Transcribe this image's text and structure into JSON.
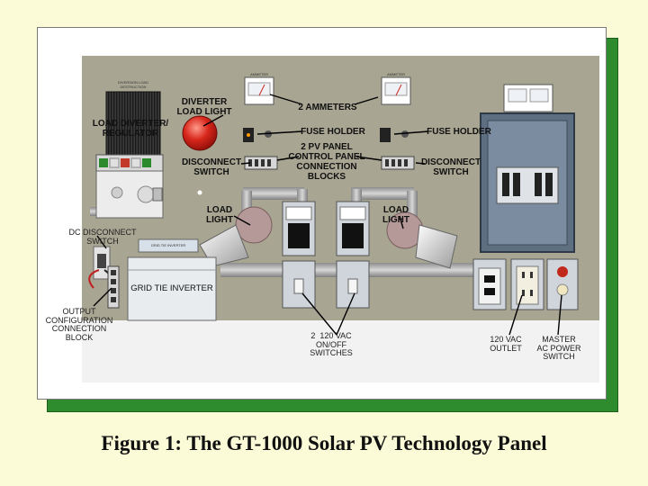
{
  "figure": {
    "caption": "Figure 1: The GT-1000 Solar PV Technology Panel"
  },
  "labels": {
    "load_diverter_regulator": "LOAD DIVERTER/\nREGULATOR",
    "diverter_load_light": "DIVERTER\nLOAD LIGHT",
    "two_ammeters": "2 AMMETERS",
    "fuse_holder_left": "FUSE HOLDER",
    "fuse_holder_right": "FUSE HOLDER",
    "disconnect_switch_left": "DISCONNECT\nSWITCH",
    "disconnect_switch_right": "DISCONNECT\nSWITCH",
    "pv_panel_blocks": "2 PV PANEL\nCONTROL PANEL\nCONNECTION\nBLOCKS",
    "load_light_left": "LOAD\nLIGHT",
    "load_light_right": "LOAD\nLIGHT",
    "dc_disconnect_switch": "DC DISCONNECT\nSWITCH",
    "grid_tie_inverter": "GRID TIE INVERTER",
    "output_config_block": "OUTPUT\nCONFIGURATION\nCONNECTION\nBLOCK",
    "vac_switches": "2  120 VAC\nON/OFF\nSWITCHES",
    "vac_outlet": "120 VAC\nOUTLET",
    "master_power_switch": "MASTER\nAC POWER\nSWITCH"
  },
  "small_text": {
    "diversion_load_label": "DIVERSION LOAD\nDESTRUCTION",
    "ammeter_left": "AMMETER",
    "ammeter_right": "AMMETER",
    "grid_tie_small": "GRID TIE INVERTER"
  },
  "colors": {
    "background": "#fbfbd7",
    "frame_shadow": "#2e8b2e",
    "panel": "#a8a592",
    "label_text": "#111111"
  }
}
